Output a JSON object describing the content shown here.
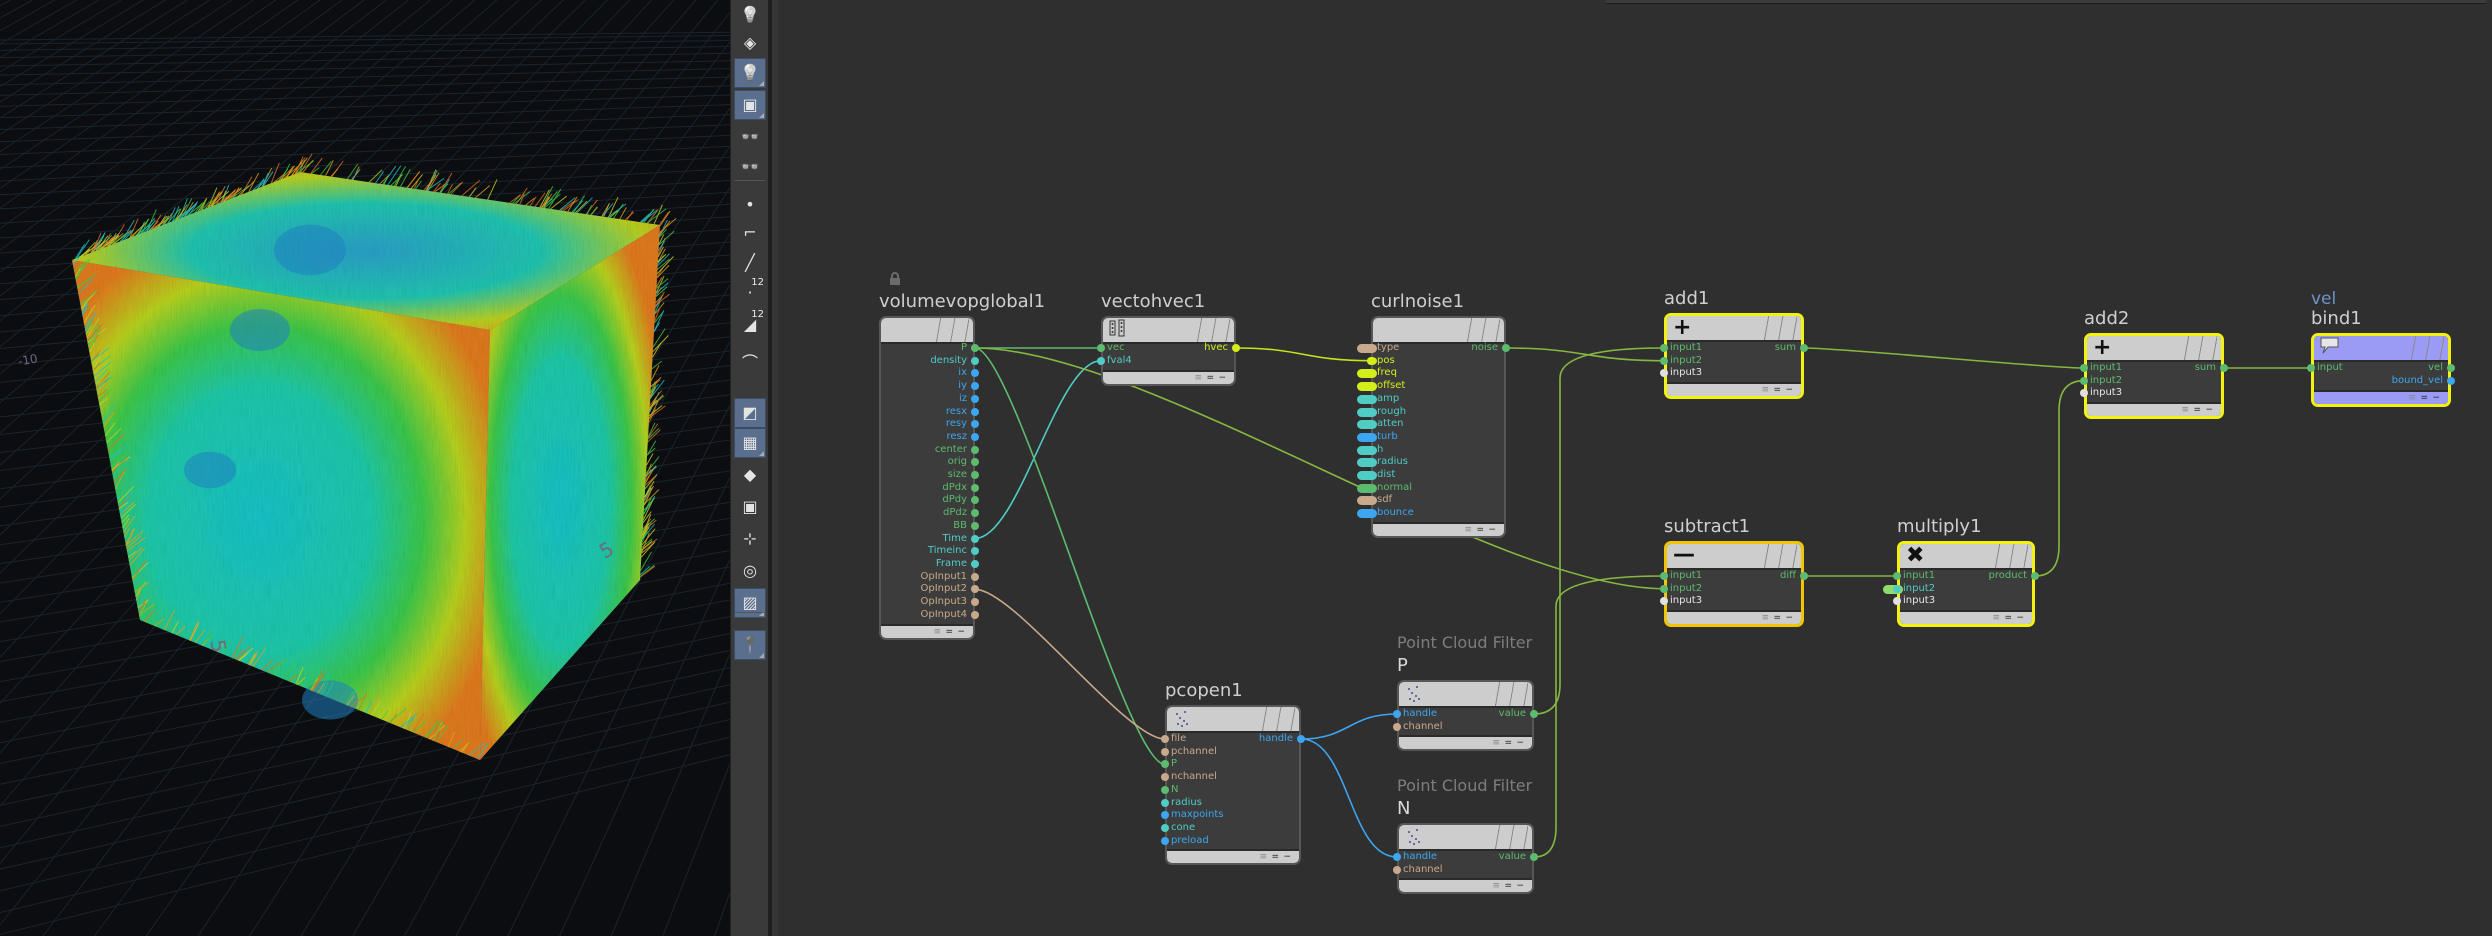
{
  "viewport": {
    "grid_labels": [
      "-10",
      "5",
      "5"
    ],
    "colors": {
      "background": "#0b0d11",
      "grid": "#1f2a33"
    }
  },
  "toolbar": {
    "tools": [
      {
        "name": "light-icon",
        "active": false
      },
      {
        "name": "hdr-light-icon",
        "active": false
      },
      {
        "name": "point-light-icon",
        "active": true
      },
      {
        "name": "environment-light-icon",
        "active": true
      },
      {
        "name": "stereo-glasses-icon",
        "active": false
      },
      {
        "name": "stereo-camera-icon",
        "active": false
      },
      {
        "name": "point-display-icon",
        "active": false
      },
      {
        "name": "point-normal-icon",
        "active": false
      },
      {
        "name": "vertex-normal-icon",
        "active": false
      },
      {
        "name": "point-numbers-icon",
        "active": false,
        "label": "12"
      },
      {
        "name": "prim-numbers-icon",
        "active": false,
        "label": "12"
      },
      {
        "name": "spline-icon",
        "active": false
      },
      {
        "name": "shaded-face-icon",
        "active": true
      },
      {
        "name": "uv-checker-icon",
        "active": true
      },
      {
        "name": "diamond-icon",
        "active": false
      },
      {
        "name": "profile-icon",
        "active": false
      },
      {
        "name": "handle-icon",
        "active": false
      },
      {
        "name": "ghost-icon",
        "active": false
      },
      {
        "name": "background-image-icon",
        "active": true
      },
      {
        "name": "location-pin-icon",
        "active": true
      }
    ]
  },
  "network": {
    "nodes": {
      "volumevopglobal1": {
        "title": "volumevopglobal1",
        "outputs": [
          "P",
          "density",
          "ix",
          "iy",
          "iz",
          "resx",
          "resy",
          "resz",
          "center",
          "orig",
          "size",
          "dPdx",
          "dPdy",
          "dPdz",
          "BB",
          "Time",
          "Timeinc",
          "Frame",
          "OpInput1",
          "OpInput2",
          "OpInput3",
          "OpInput4"
        ]
      },
      "vectohvec1": {
        "title": "vectohvec1",
        "inputs": [
          "vec",
          "fval4"
        ],
        "outputs": [
          "hvec"
        ]
      },
      "curlnoise1": {
        "title": "curlnoise1",
        "inputs": [
          "type",
          "pos",
          "freq",
          "offset",
          "amp",
          "rough",
          "atten",
          "turb",
          "h",
          "radius",
          "dist",
          "normal",
          "sdf",
          "bounce"
        ],
        "outputs": [
          "noise"
        ]
      },
      "add1": {
        "title": "add1",
        "inputs": [
          "input1",
          "input2",
          "input3"
        ],
        "outputs": [
          "sum"
        ]
      },
      "add2": {
        "title": "add2",
        "inputs": [
          "input1",
          "input2",
          "input3"
        ],
        "outputs": [
          "sum"
        ]
      },
      "bind1": {
        "title": "bind1",
        "comment": "vel",
        "inputs": [
          "input"
        ],
        "outputs": [
          "vel",
          "bound_vel"
        ]
      },
      "subtract1": {
        "title": "subtract1",
        "inputs": [
          "input1",
          "input2",
          "input3"
        ],
        "outputs": [
          "diff"
        ]
      },
      "multiply1": {
        "title": "multiply1",
        "inputs": [
          "input1",
          "input2",
          "input3"
        ],
        "outputs": [
          "product"
        ]
      },
      "pcopen1": {
        "title": "pcopen1",
        "inputs": [
          "file",
          "pchannel",
          "P",
          "nchannel",
          "N",
          "radius",
          "maxpoints",
          "cone",
          "preload"
        ],
        "outputs": [
          "handle"
        ]
      },
      "pcfilterP": {
        "title": "P",
        "subtitle": "Point Cloud Filter",
        "inputs": [
          "handle",
          "channel"
        ],
        "outputs": [
          "value"
        ]
      },
      "pcfilterN": {
        "title": "N",
        "subtitle": "Point Cloud Filter",
        "inputs": [
          "handle",
          "channel"
        ],
        "outputs": [
          "value"
        ]
      }
    },
    "colors": {
      "vector": "#5dbb6e",
      "float": "#4fcdc4",
      "int": "#3ca6f0",
      "string": "#c9a98c",
      "vector4": "#d3ee1b",
      "unconnected": "#e0e0e0",
      "wire_vector": "#86b840",
      "wire_float": "#4fcdc4",
      "wire_handle": "#3ca6f0",
      "wire_string": "#c9a98c",
      "selected": "#f2f210",
      "bind_head": "#9b9bf6"
    }
  }
}
